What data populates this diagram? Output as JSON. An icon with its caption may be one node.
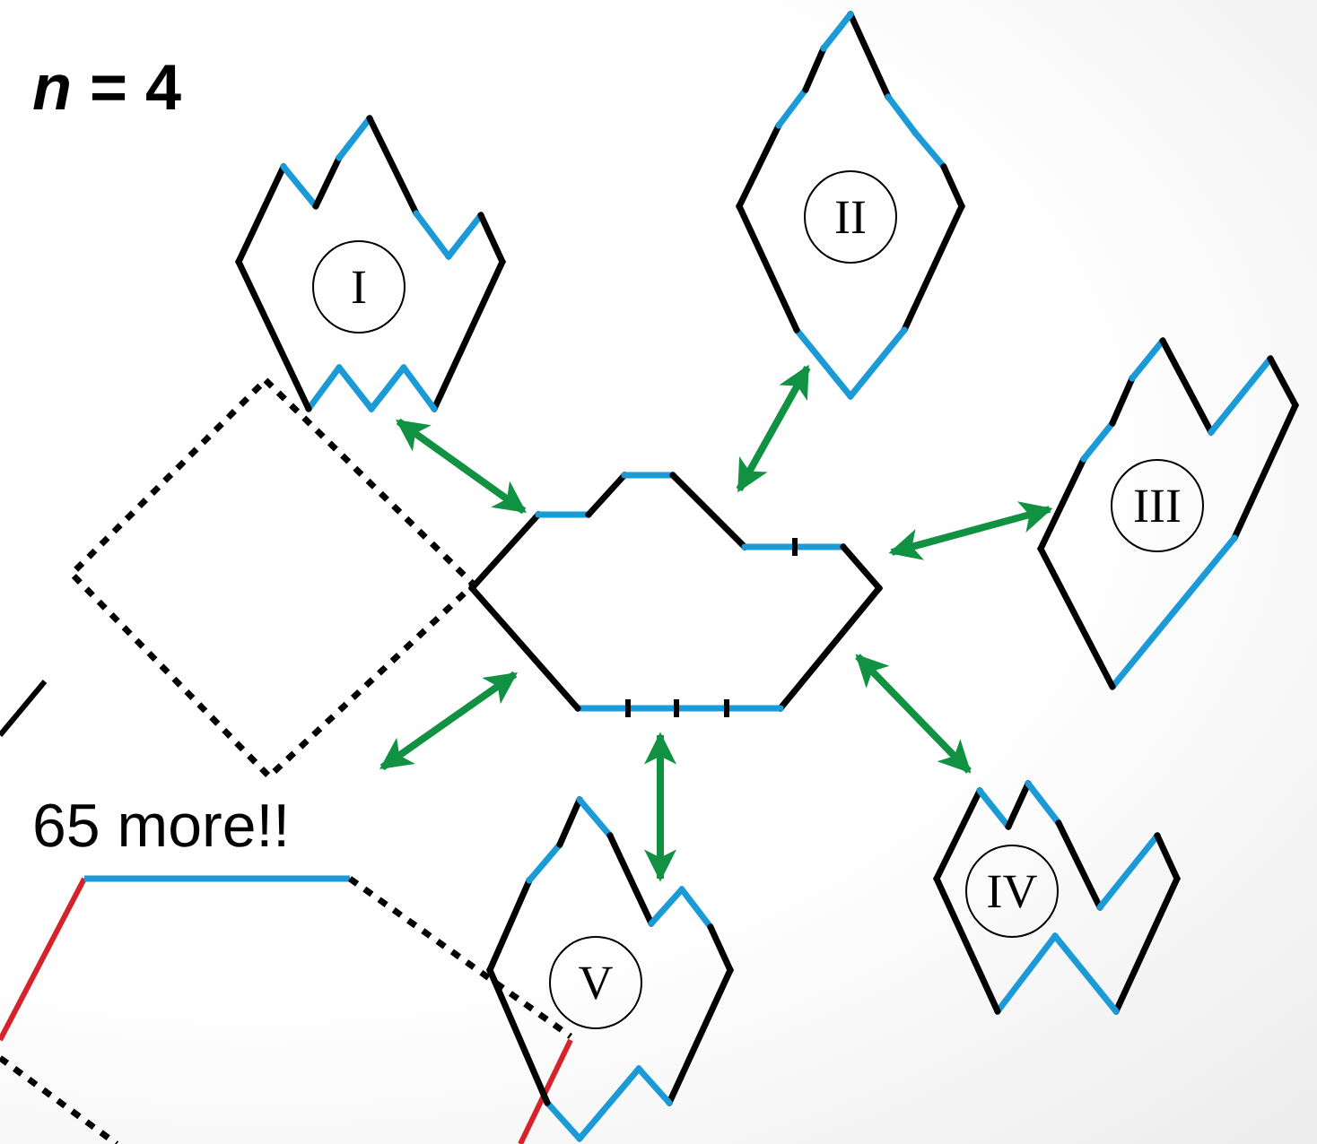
{
  "diagram": {
    "title": "*n* = 4",
    "nodes": [
      {
        "text": [],
        "shape": "hexagon"
      },
      {
        "text": [
          "I"
        ]
      },
      {
        "text": [
          "II"
        ]
      },
      {
        "text": [
          "III"
        ]
      },
      {
        "text": [
          "IV"
        ]
      },
      {
        "text": [
          "V"
        ]
      },
      {
        "text": [
          "65 more!!"
        ]
      }
    ],
    "edges": [
      {
        "from": 0,
        "to": 1,
        "arrow": "both",
        "color": "#119142"
      },
      {
        "from": 0,
        "to": 2,
        "arrow": "both",
        "color": "#119142"
      },
      {
        "from": 0,
        "to": 3,
        "arrow": "both",
        "color": "#119142"
      },
      {
        "from": 0,
        "to": 4,
        "arrow": "both",
        "color": "#119142"
      },
      {
        "from": 0,
        "to": 5,
        "arrow": "both",
        "color": "#119142"
      },
      {
        "from": 0,
        "to": 6,
        "arrow": "both",
        "color": "#119142"
      }
    ]
  }
}
